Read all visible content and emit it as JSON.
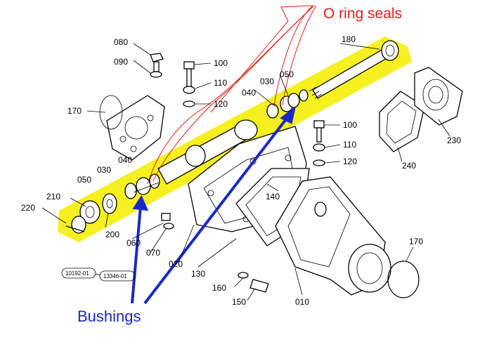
{
  "colors": {
    "highlight": "#f6f020",
    "annotation_red": "#e0201a",
    "annotation_blue": "#1a28c8"
  },
  "annotations": {
    "o_ring_seals": "O ring seals",
    "bushings": "Bushings"
  },
  "part_numbers": {
    "p080": "080",
    "p090": "090",
    "p100a": "100",
    "p110a": "110",
    "p120a": "120",
    "p170a": "170",
    "p180": "180",
    "p050a": "050",
    "p030a": "030",
    "p040a": "040",
    "p040b": "040",
    "p230": "230",
    "p240": "240",
    "p100b": "100",
    "p110b": "110",
    "p120b": "120",
    "p140": "140",
    "p220": "220",
    "p210": "210",
    "p050b": "050",
    "p030b": "030",
    "p200": "200",
    "p060": "060",
    "p070": "070",
    "p020": "020",
    "p130": "130",
    "p160": "160",
    "p150": "150",
    "p010": "010",
    "p170b": "170"
  },
  "reference_codes": {
    "left": "10192-01",
    "right": "13346-01"
  }
}
